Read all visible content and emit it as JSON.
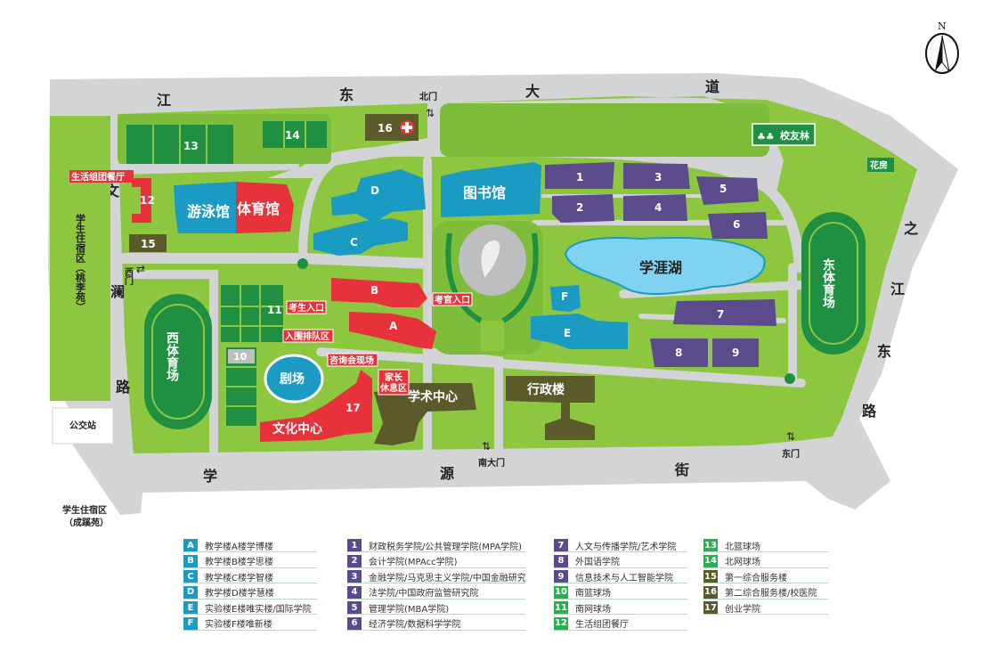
{
  "compass": {
    "label": "N"
  },
  "roads": {
    "north": [
      "江",
      "东",
      "大",
      "道"
    ],
    "west": [
      "文",
      "澜",
      "路"
    ],
    "south": [
      "学",
      "源",
      "街"
    ],
    "east": [
      "之",
      "江",
      "东",
      "路"
    ]
  },
  "gates": {
    "north": "北门",
    "west": "西门",
    "south": "南大门",
    "east": "东门",
    "bus": "公交站"
  },
  "outside": {
    "dorm_west": "学生住宿区（桃李苑）",
    "dorm_south_1": "学生住宿区",
    "dorm_south_2": "（成蹊苑）"
  },
  "buildings": {
    "swim": "游泳馆",
    "gym": "体育馆",
    "library": "图书馆",
    "lake": "学涯湖",
    "west_field": "西体育场",
    "east_field": "东体育场",
    "theater": "剧场",
    "culture": "文化中心",
    "academic": "学术中心",
    "admin": "行政楼",
    "alumni": "校友林",
    "flower": "花房",
    "canteen": "生活组团餐厅"
  },
  "tags": {
    "exam_entry_1": "考生入口",
    "exam_entry_2": "考官入口",
    "queue": "入围排队区",
    "consult": "咨询会现场",
    "parents_1": "家长",
    "parents_2": "休息区"
  },
  "numbers": {
    "n1": "1",
    "n2": "2",
    "n3": "3",
    "n4": "4",
    "n5": "5",
    "n6": "6",
    "n7": "7",
    "n8": "8",
    "n9": "9",
    "n10": "10",
    "n11": "11",
    "n12": "12",
    "n13": "13",
    "n14": "14",
    "n15": "15",
    "n16": "16",
    "n17": "17",
    "A": "A",
    "B": "B",
    "C": "C",
    "D": "D",
    "E": "E",
    "F": "F"
  },
  "legend": [
    {
      "color": "#1a9bc4",
      "items": [
        {
          "key": "A",
          "text": "教学楼A楼学博楼"
        },
        {
          "key": "B",
          "text": "教学楼B楼学思楼"
        },
        {
          "key": "C",
          "text": "教学楼C楼学智楼"
        },
        {
          "key": "D",
          "text": "教学楼D楼学慧楼"
        },
        {
          "key": "E",
          "text": "实验楼E楼唯实楼/国际学院"
        },
        {
          "key": "F",
          "text": "实验楼F楼唯新楼"
        }
      ]
    },
    {
      "color": "#5b4a8c",
      "items": [
        {
          "key": "1",
          "text": "财政税务学院/公共管理学院(MPA学院)"
        },
        {
          "key": "2",
          "text": "会计学院(MPAcc学院)"
        },
        {
          "key": "3",
          "text": "金融学院/马克思主义学院/中国金融研究院"
        },
        {
          "key": "4",
          "text": "法学院/中国政府监管研究院"
        },
        {
          "key": "5",
          "text": "管理学院(MBA学院)"
        },
        {
          "key": "6",
          "text": "经济学院/数据科学学院"
        }
      ]
    },
    {
      "color": "#5b4a8c",
      "items": [
        {
          "key": "7",
          "text": "人文与传播学院/艺术学院",
          "color": "#5b4a8c"
        },
        {
          "key": "8",
          "text": "外国语学院",
          "color": "#5b4a8c"
        },
        {
          "key": "9",
          "text": "信息技术与人工智能学院",
          "color": "#5b4a8c"
        },
        {
          "key": "10",
          "text": "南篮球场",
          "color": "#2bae4e"
        },
        {
          "key": "11",
          "text": "南网球场",
          "color": "#2bae4e"
        },
        {
          "key": "12",
          "text": "生活组团餐厅",
          "color": "#2bae4e"
        }
      ]
    },
    {
      "color": "#2bae4e",
      "items": [
        {
          "key": "13",
          "text": "北篮球场",
          "color": "#2bae4e"
        },
        {
          "key": "14",
          "text": "北网球场",
          "color": "#2bae4e"
        },
        {
          "key": "15",
          "text": "第一综合服务楼",
          "color": "#5a5a2a"
        },
        {
          "key": "16",
          "text": "第二综合服务楼/校医院",
          "color": "#5a5a2a"
        },
        {
          "key": "17",
          "text": "创业学院",
          "color": "#5a5a2a"
        }
      ]
    }
  ]
}
